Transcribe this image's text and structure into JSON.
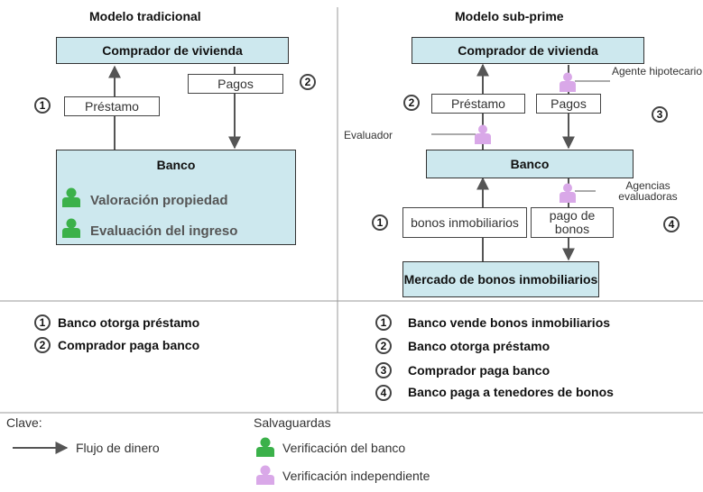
{
  "left": {
    "title": "Modelo tradicional",
    "comprador": "Comprador de vivienda",
    "banco": "Banco",
    "prestamo": "Préstamo",
    "pagos": "Pagos",
    "n1": "1",
    "n2": "2",
    "check1": "Valoración propiedad",
    "check2": "Evaluación del ingreso",
    "steps": [
      {
        "num": "1",
        "text": "Banco otorga préstamo"
      },
      {
        "num": "2",
        "text": "Comprador paga banco"
      }
    ]
  },
  "right": {
    "title": "Modelo sub-prime",
    "comprador": "Comprador de vivienda",
    "banco": "Banco",
    "mercado": "Mercado de bonos inmobiliarios",
    "prestamo": "Préstamo",
    "pagos": "Pagos",
    "bonos": "bonos inmobiliarios",
    "pago_bonos": "pago de bonos",
    "agente": "Agente hipotecario",
    "evaluador": "Evaluador",
    "agencias": "Agencias evaluadoras",
    "n1": "1",
    "n2": "2",
    "n3": "3",
    "n4": "4",
    "steps": [
      {
        "num": "1",
        "text": "Banco vende bonos inmobiliarios"
      },
      {
        "num": "2",
        "text": "Banco otorga préstamo"
      },
      {
        "num": "3",
        "text": "Comprador paga banco"
      },
      {
        "num": "4",
        "text": "Banco paga a tenedores de bonos"
      }
    ]
  },
  "key": {
    "clave": "Clave:",
    "flujo": "Flujo de dinero",
    "salvaguardas": "Salvaguardas",
    "banco_check": "Verificación del banco",
    "indep_check": "Verificación independiente"
  },
  "colors": {
    "box_fill": "#cde8ee",
    "bank_person": "#3bb14a",
    "independent_person": "#d9a8e8",
    "arrow": "#555555"
  }
}
